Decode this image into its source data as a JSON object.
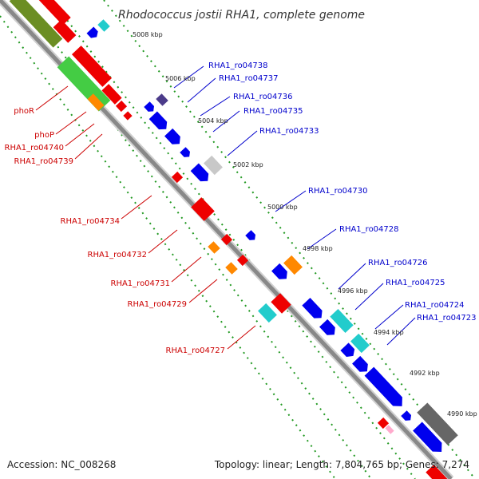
{
  "title": "Rhodococcus jostii RHA1, complete genome",
  "footer": {
    "accession": "Accession: NC_008268",
    "summary": "Topology: linear; Length: 7,804,765 bp; Genes: 7,274"
  },
  "ticks": [
    "5008 kbp",
    "5006 kbp",
    "5004 kbp",
    "5002 kbp",
    "5000 kbp",
    "4998 kbp",
    "4996 kbp",
    "4994 kbp",
    "4992 kbp",
    "4990 kbp"
  ],
  "forward_labels": [
    "RHA1_ro04738",
    "RHA1_ro04737",
    "RHA1_ro04736",
    "RHA1_ro04735",
    "RHA1_ro04733",
    "RHA1_ro04730",
    "RHA1_ro04728",
    "RHA1_ro04726",
    "RHA1_ro04725",
    "RHA1_ro04724",
    "RHA1_ro04723"
  ],
  "reverse_labels": [
    "phoR",
    "phoP",
    "RHA1_ro04740",
    "RHA1_ro04739",
    "RHA1_ro04734",
    "RHA1_ro04732",
    "RHA1_ro04731",
    "RHA1_ro04729",
    "RHA1_ro04727"
  ],
  "colors": {
    "forward_label": "#0000cc",
    "reverse_label": "#cc0000",
    "forward_gene": "#0000ee",
    "reverse_gene": "#ee0000",
    "backbone": "#888888",
    "dotted_guide": "#229922",
    "orange": "#ff8800",
    "cyan": "#22cccc",
    "green": "#44cc44",
    "olive": "#6b8e23",
    "gray": "#666666",
    "light_gray": "#c8c8c8",
    "purple": "#4b3b8a",
    "pink": "#ffaacc"
  }
}
